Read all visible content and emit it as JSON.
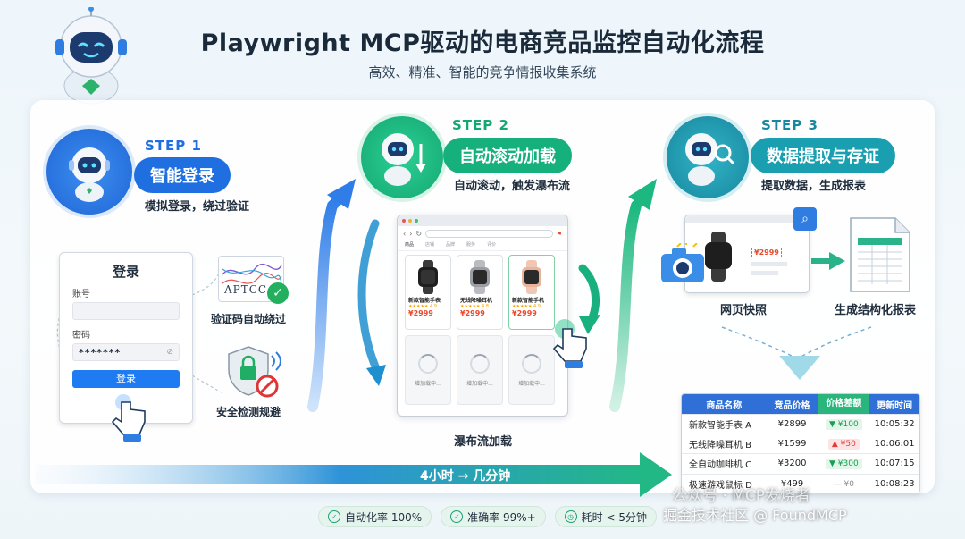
{
  "header": {
    "title": "Playwright MCP驱动的电商竞品监控自动化流程",
    "subtitle": "高效、精准、智能的竞争情报收集系统"
  },
  "colors": {
    "blue": "#1f6fe0",
    "green": "#16b07c",
    "teal": "#1a9fb0",
    "price_red": "#e84b2c"
  },
  "step1": {
    "step": "STEP 1",
    "name": "智能登录",
    "desc": "模拟登录，绕过验证",
    "login": {
      "title": "登录",
      "account_label": "账号",
      "password_label": "密码",
      "password_value": "*******",
      "button": "登录"
    },
    "captcha_text": "APTCC",
    "features": [
      "验证码自动绕过",
      "安全检测规避"
    ]
  },
  "step2": {
    "step": "STEP 2",
    "name": "自动滚动加载",
    "desc": "自动滚动，触发瀑布流",
    "browser_tabs": [
      "商品",
      "店铺",
      "品牌",
      "服务",
      "评价"
    ],
    "products": [
      {
        "name": "新款智能手表",
        "rating": "★★★★★ 4.9",
        "price": "¥2999"
      },
      {
        "name": "无线降噪耳机",
        "rating": "★★★★★ 4.8",
        "price": "¥2999"
      },
      {
        "name": "新款智能手机",
        "rating": "★★★★★ 4.9",
        "price": "¥2999"
      }
    ],
    "loading_text": "增加载中...",
    "caption": "瀑布流加载"
  },
  "step3": {
    "step": "STEP 3",
    "name": "数据提取与存证",
    "desc": "提取数据，生成报表",
    "snapshot_price": "¥2999",
    "snapshot_caption": "网页快照",
    "report_caption": "生成结构化报表"
  },
  "table": {
    "headers": [
      "商品名称",
      "竞品价格",
      "价格差额",
      "更新时间"
    ],
    "rows": [
      {
        "name": "新款智能手表 A",
        "price": "¥2899",
        "diff": "▼ ¥100",
        "dir": "down",
        "time": "10:05:32"
      },
      {
        "name": "无线降噪耳机 B",
        "price": "¥1599",
        "diff": "▲ ¥50",
        "dir": "up",
        "time": "10:06:01"
      },
      {
        "name": "全自动咖啡机 C",
        "price": "¥3200",
        "diff": "▼ ¥300",
        "dir": "down",
        "time": "10:07:15"
      },
      {
        "name": "极速游戏鼠标 D",
        "price": "¥499",
        "diff": "— ¥0",
        "dir": "flat",
        "time": "10:08:23"
      }
    ]
  },
  "timeline": "4小时 → 几分钟",
  "badges": [
    {
      "icon": "check-circle-icon",
      "label": "自动化率 100%"
    },
    {
      "icon": "check-circle-icon",
      "label": "准确率 99%+"
    },
    {
      "icon": "clock-icon",
      "label": "耗时 < 5分钟"
    }
  ],
  "watermarks": [
    "公众号 · MCP发烧者",
    "掘金技术社区 @ FoundMCP"
  ]
}
